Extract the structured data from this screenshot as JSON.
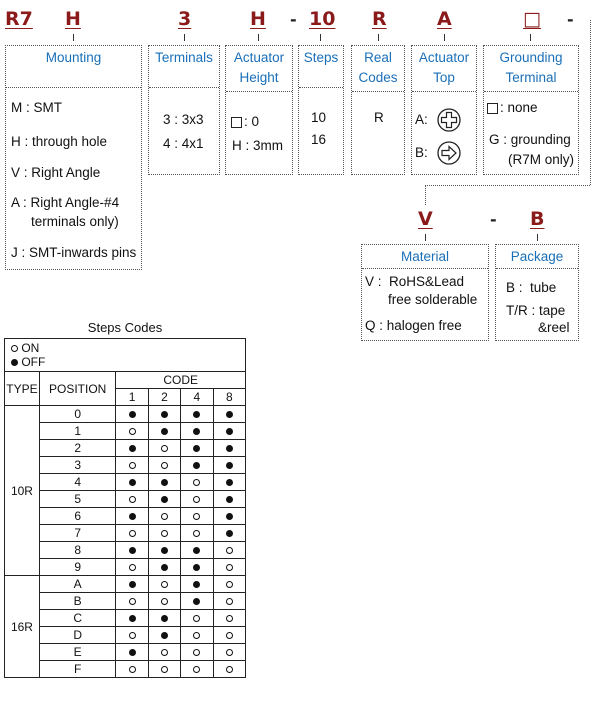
{
  "codes": {
    "series": "R7",
    "mounting": "H",
    "terminals": "3",
    "actuator_height": "H",
    "dash1": "-",
    "steps": "10",
    "real_codes": "R",
    "actuator_top": "A",
    "grounding": "□",
    "dash2": "-",
    "material": "V",
    "dash3": "-",
    "package": "B"
  },
  "mounting": {
    "title": "Mounting",
    "items": [
      "M : SMT",
      "H : through hole",
      "V : Right Angle",
      "A : Right Angle-#4",
      "terminals only)",
      "J : SMT-inwards pins"
    ]
  },
  "terminals": {
    "title": "Terminals",
    "items": [
      "3 : 3x3",
      "4 : 4x1"
    ]
  },
  "actuator_height": {
    "title1": "Actuator",
    "title2": "Height",
    "item1": ": 0",
    "item2": "H : 3mm"
  },
  "steps": {
    "title": "Steps",
    "items": [
      "10",
      "16"
    ]
  },
  "real_codes": {
    "title1": "Real",
    "title2": "Codes",
    "item": "R"
  },
  "actuator_top": {
    "title1": "Actuator",
    "title2": "Top",
    "item1": "A:",
    "item2": "B:"
  },
  "grounding": {
    "title1": "Grounding",
    "title2": "Terminal",
    "item1": ": none",
    "item2": "G : grounding",
    "item3": "(R7M only)"
  },
  "material": {
    "title": "Material",
    "item1": "V :  RoHS&Lead",
    "item2": "free solderable",
    "item3": "Q : halogen free"
  },
  "package": {
    "title": "Package",
    "item1": "B :  tube",
    "item2": "T/R : tape",
    "item3": "&reel"
  },
  "steps_table": {
    "title": "Steps Codes",
    "legend_on": "ON",
    "legend_off": "OFF",
    "col_type": "TYPE",
    "col_position": "POSITION",
    "col_code": "CODE",
    "code_cols": [
      "1",
      "2",
      "4",
      "8"
    ],
    "type_10r": "10R",
    "type_16r": "16R",
    "rows": [
      {
        "pos": "0",
        "bits": [
          1,
          1,
          1,
          1
        ]
      },
      {
        "pos": "1",
        "bits": [
          0,
          1,
          1,
          1
        ]
      },
      {
        "pos": "2",
        "bits": [
          1,
          0,
          1,
          1
        ]
      },
      {
        "pos": "3",
        "bits": [
          0,
          0,
          1,
          1
        ]
      },
      {
        "pos": "4",
        "bits": [
          1,
          1,
          0,
          1
        ]
      },
      {
        "pos": "5",
        "bits": [
          0,
          1,
          0,
          1
        ]
      },
      {
        "pos": "6",
        "bits": [
          1,
          0,
          0,
          1
        ]
      },
      {
        "pos": "7",
        "bits": [
          0,
          0,
          0,
          1
        ]
      },
      {
        "pos": "8",
        "bits": [
          1,
          1,
          1,
          0
        ]
      },
      {
        "pos": "9",
        "bits": [
          0,
          1,
          1,
          0
        ]
      },
      {
        "pos": "A",
        "bits": [
          1,
          0,
          1,
          0
        ]
      },
      {
        "pos": "B",
        "bits": [
          0,
          0,
          1,
          0
        ]
      },
      {
        "pos": "C",
        "bits": [
          1,
          1,
          0,
          0
        ]
      },
      {
        "pos": "D",
        "bits": [
          0,
          1,
          0,
          0
        ]
      },
      {
        "pos": "E",
        "bits": [
          1,
          0,
          0,
          0
        ]
      },
      {
        "pos": "F",
        "bits": [
          0,
          0,
          0,
          0
        ]
      }
    ]
  }
}
